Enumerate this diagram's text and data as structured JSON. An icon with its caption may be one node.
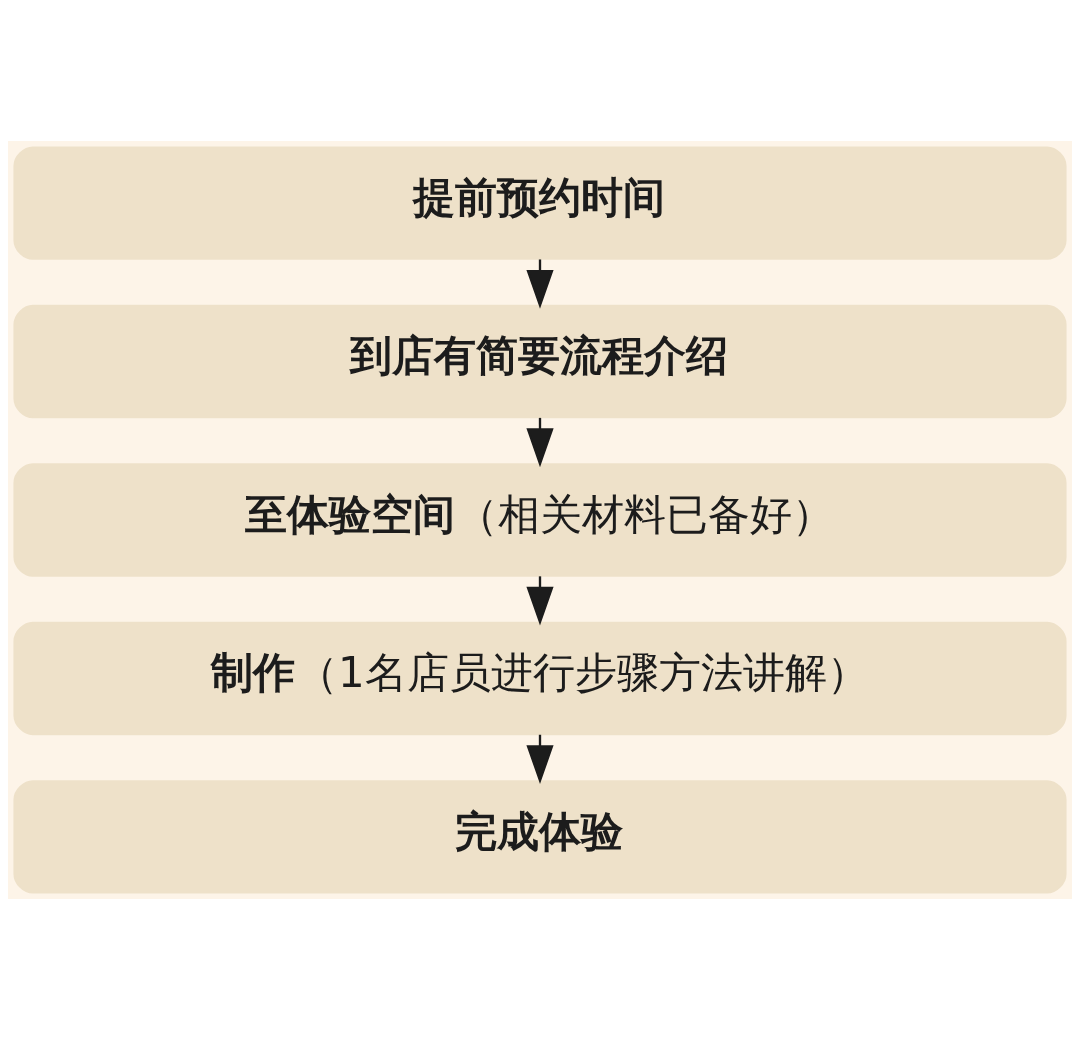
{
  "diagram": {
    "nodes": [
      {
        "text": [
          "提前预约时间"
        ]
      },
      {
        "text": [
          "到店有简要流程介绍"
        ]
      },
      {
        "text": [
          "**至体验空间**（相关材料已备好）"
        ]
      },
      {
        "text": [
          "**制作**（1名店员进行步骤方法讲解）"
        ]
      },
      {
        "text": [
          "完成体验"
        ]
      }
    ],
    "edges": [
      {
        "from": 0,
        "to": 1,
        "arrow": "to"
      },
      {
        "from": 1,
        "to": 2,
        "arrow": "to"
      },
      {
        "from": 2,
        "to": 3,
        "arrow": "to"
      },
      {
        "from": 3,
        "to": 4,
        "arrow": "to"
      }
    ]
  }
}
